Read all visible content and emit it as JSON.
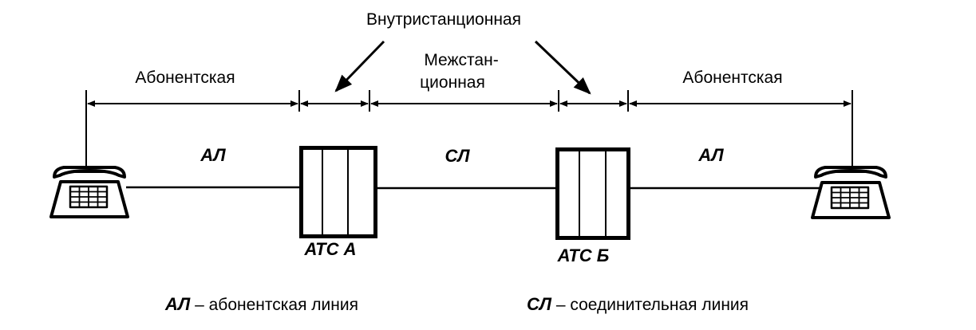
{
  "labels": {
    "intra_station": "Внутристанционная",
    "subscriber_left": "Абонентская",
    "subscriber_right": "Абонентская",
    "interstation_line1": "Межстан-",
    "interstation_line2": "ционная",
    "al_left": "АЛ",
    "sl_middle": "СЛ",
    "al_right": "АЛ",
    "exchange_a": "АТС А",
    "exchange_b": "АТС Б"
  },
  "legend": {
    "al_abbr": "АЛ",
    "al_text": " – абонентская линия",
    "sl_abbr": "СЛ",
    "sl_text": " – соединительная линия"
  }
}
